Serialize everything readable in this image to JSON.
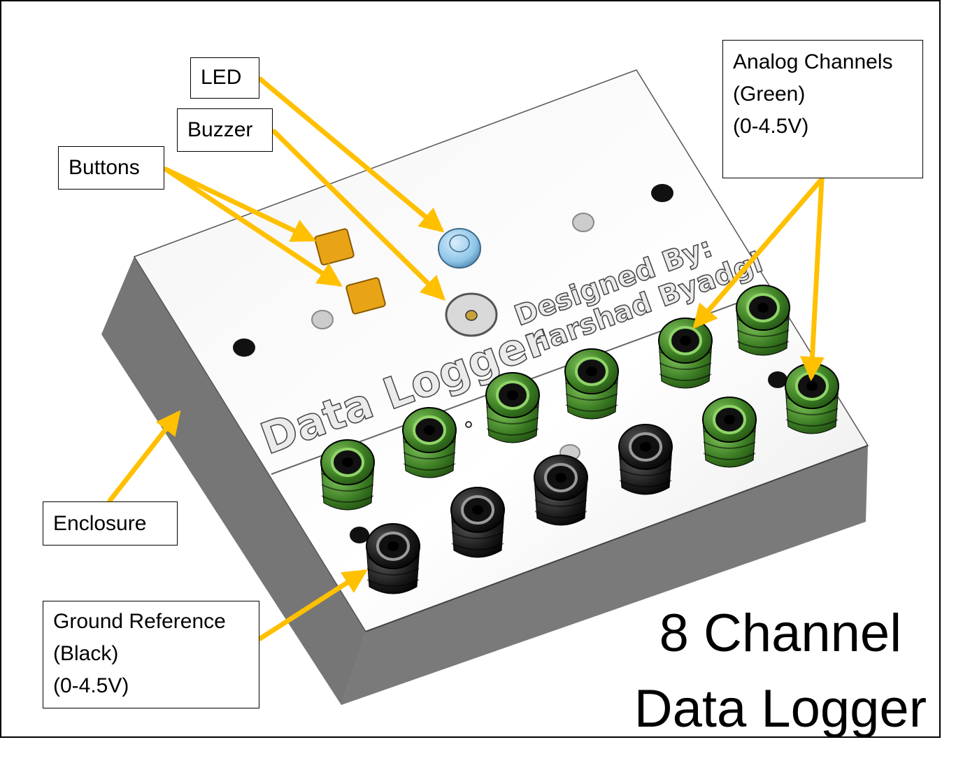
{
  "callouts": {
    "led": "LED",
    "buzzer": "Buzzer",
    "buttons": "Buttons",
    "analog": "Analog Channels\n(Green)\n(0-4.5V)",
    "enclosure": "Enclosure",
    "ground": "Ground Reference\n(Black)\n(0-4.5V)"
  },
  "engraving": {
    "designer_line1": "Designed By:",
    "designer_line2": "Harshad Byadgi",
    "product": "Data Logger"
  },
  "title": {
    "line1": "8 Channel",
    "line2": "Data Logger"
  },
  "colors": {
    "arrow": "#ffc000",
    "jack_green": "#3a7a22",
    "jack_black": "#1a1a1a",
    "button": "#e8a317",
    "led": "#8ec5e8"
  }
}
